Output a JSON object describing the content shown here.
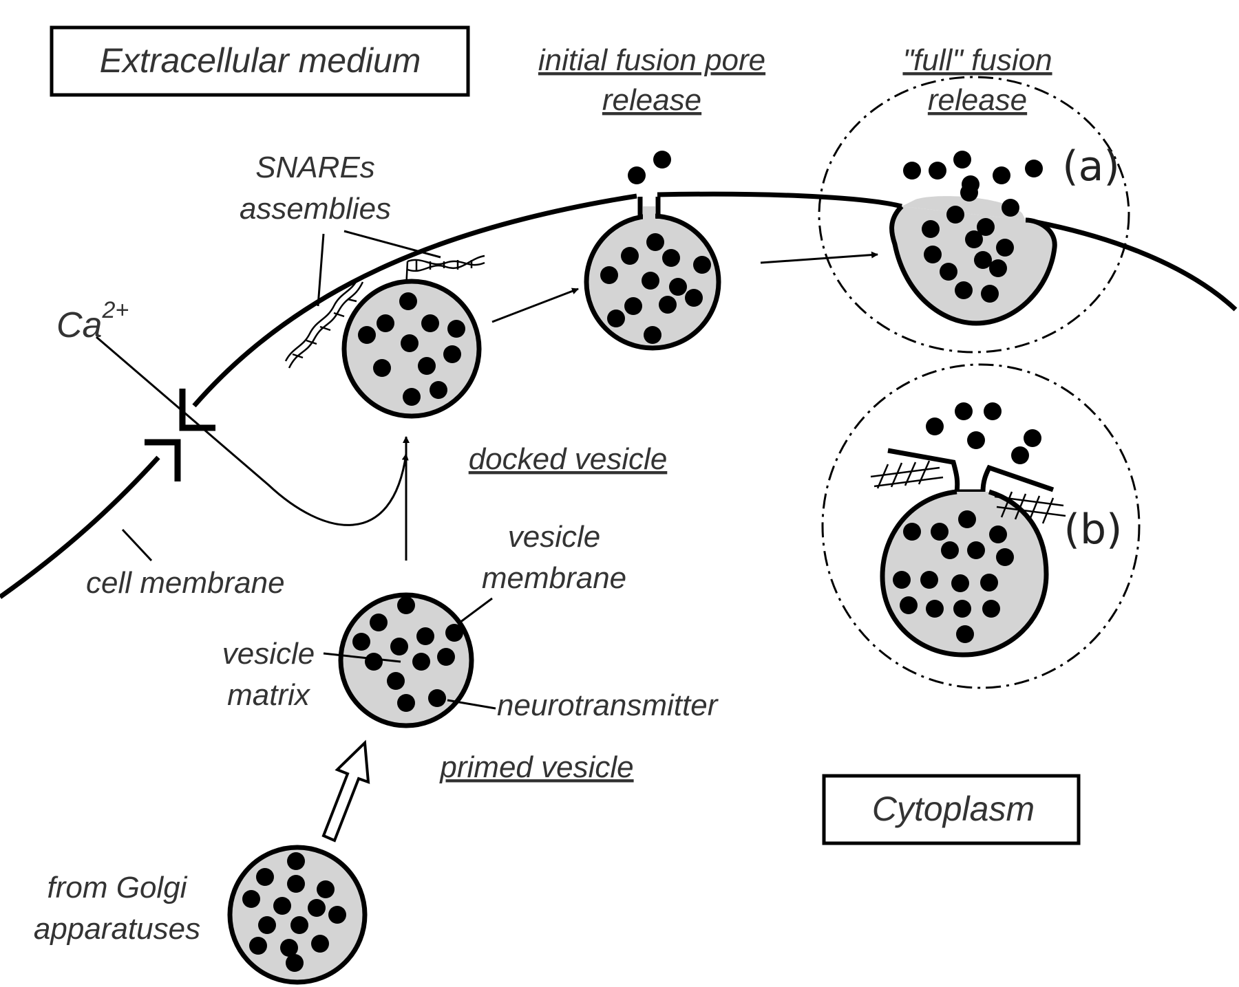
{
  "boxes": {
    "extracellular": "Extracellular medium",
    "cytoplasm": "Cytoplasm"
  },
  "stages": {
    "initial_fusion": [
      "initial fusion pore",
      "release"
    ],
    "full_fusion": [
      "\"full\" fusion",
      "release"
    ],
    "docked": "docked vesicle",
    "primed": "primed vesicle"
  },
  "labels": {
    "snares": [
      "SNAREs",
      "assemblies"
    ],
    "ca_base": "Ca",
    "ca_sup": "2+",
    "cell_membrane": "cell membrane",
    "vesicle_membrane": [
      "vesicle",
      "membrane"
    ],
    "vesicle_matrix": [
      "vesicle",
      "matrix"
    ],
    "neurotransmitter": "neurotransmitter",
    "golgi": [
      "from Golgi",
      "apparatuses"
    ],
    "panel_a": "(a)",
    "panel_b": "(b)"
  },
  "colors": {
    "vesicle_fill": "#d4d4d4",
    "line": "#000000",
    "text": "#333333"
  }
}
